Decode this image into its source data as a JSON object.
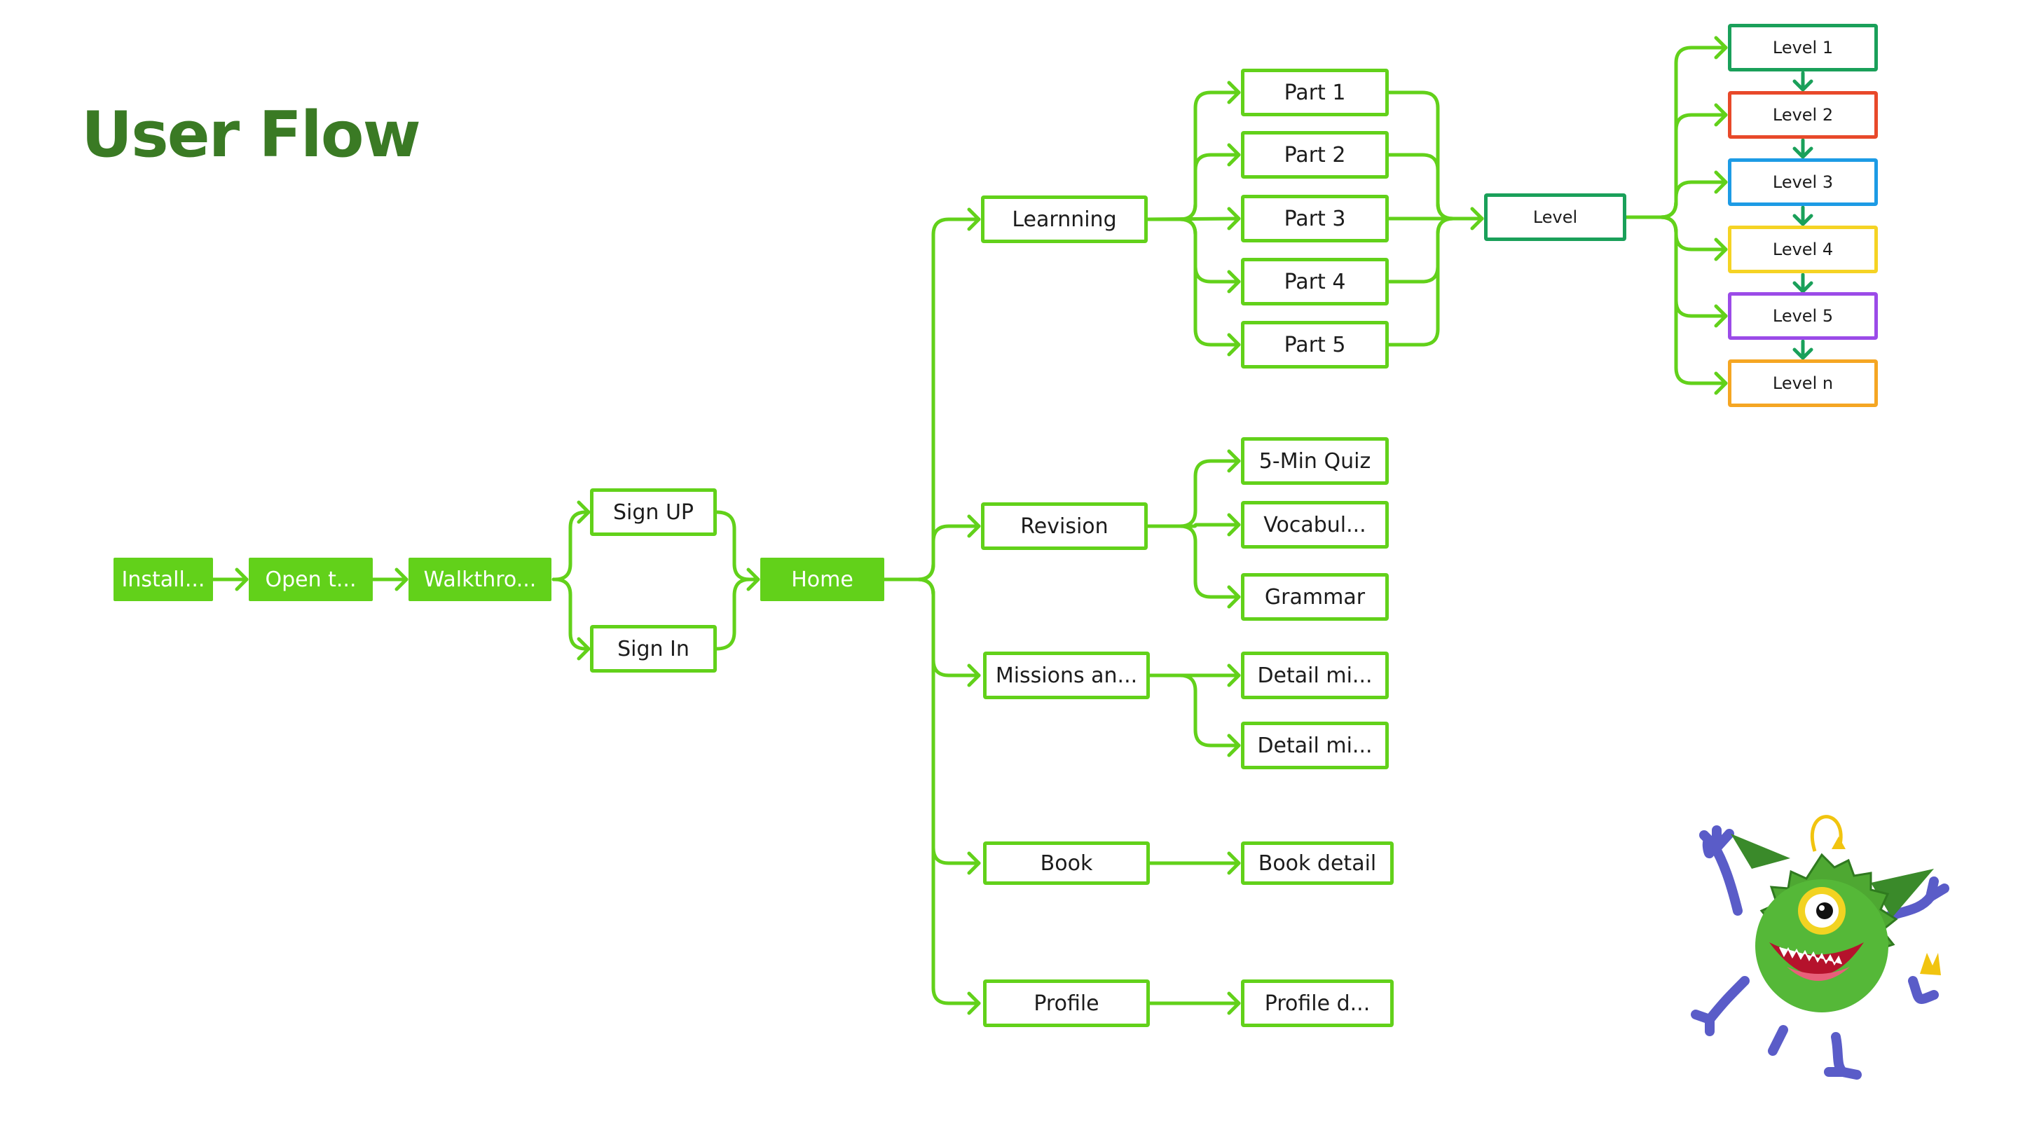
{
  "title": "User Flow",
  "colors": {
    "flow_green": "#62d11a",
    "title_green": "#3a7a24",
    "level_hub": "#1aa05a",
    "level_1": "#1aa05a",
    "level_2": "#e8492a",
    "level_3": "#1d9be5",
    "level_4": "#f5d324",
    "level_5": "#9b4be8",
    "level_n": "#f5a623"
  },
  "onboarding": {
    "install": "Install...",
    "open": "Open t...",
    "walkthrough": "Walkthro...",
    "sign_up": "Sign UP",
    "sign_in": "Sign In",
    "home": "Home"
  },
  "sections": {
    "learning": "Learnning",
    "revision": "Revision",
    "missions": "Missions an...",
    "book": "Book",
    "profile": "Profile"
  },
  "parts": [
    "Part 1",
    "Part 2",
    "Part 3",
    "Part 4",
    "Part 5"
  ],
  "revision_items": [
    "5-Min Quiz",
    "Vocabul...",
    "Grammar"
  ],
  "mission_items": [
    "Detail mi...",
    "Detail mi..."
  ],
  "book_detail": "Book detail",
  "profile_detail": "Profile d...",
  "level_hub": "Level",
  "levels": [
    "Level 1",
    "Level 2",
    "Level 3",
    "Level 4",
    "Level 5",
    "Level n"
  ],
  "mascot": "monster-mascot"
}
